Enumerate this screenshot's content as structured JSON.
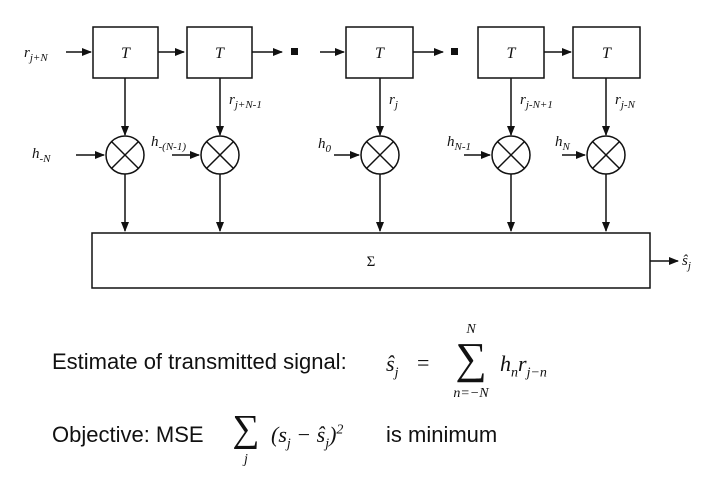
{
  "diagram": {
    "delay_label": "T",
    "taps": [
      {
        "r_base": "r",
        "r_sub": "j+N",
        "h_base": "h",
        "h_sub": "-N"
      },
      {
        "r_base": "r",
        "r_sub": "j+N-1",
        "h_base": "h",
        "h_sub": "-(N-1)"
      },
      {
        "r_base": "r",
        "r_sub": "j",
        "h_base": "h",
        "h_sub": "0"
      },
      {
        "r_base": "r",
        "r_sub": "j-N+1",
        "h_base": "h",
        "h_sub": "N-1"
      },
      {
        "r_base": "r",
        "r_sub": "j-N",
        "h_base": "h",
        "h_sub": "N"
      }
    ],
    "summer_label": "Σ",
    "output_label": "ŝ",
    "output_sub": "j"
  },
  "equations": {
    "estimate_label": "Estimate of transmitted signal:",
    "estimate_lhs": "ŝ",
    "estimate_lhs_sub": "j",
    "equals": "=",
    "sum_symbol": "∑",
    "sum_upper": "N",
    "sum_lower": "n=−N",
    "term_h": "h",
    "term_h_sub": "n",
    "term_r": "r",
    "term_r_sub": "j−n",
    "objective_label": "Objective: MSE",
    "objective_sum_symbol": "∑",
    "objective_sum_lower": "j",
    "objective_expr": "(s",
    "objective_s_sub": "j",
    "objective_minus": " − ŝ",
    "objective_shat_sub": "j",
    "objective_close": ")",
    "objective_power": "2",
    "objective_suffix": "is minimum"
  }
}
